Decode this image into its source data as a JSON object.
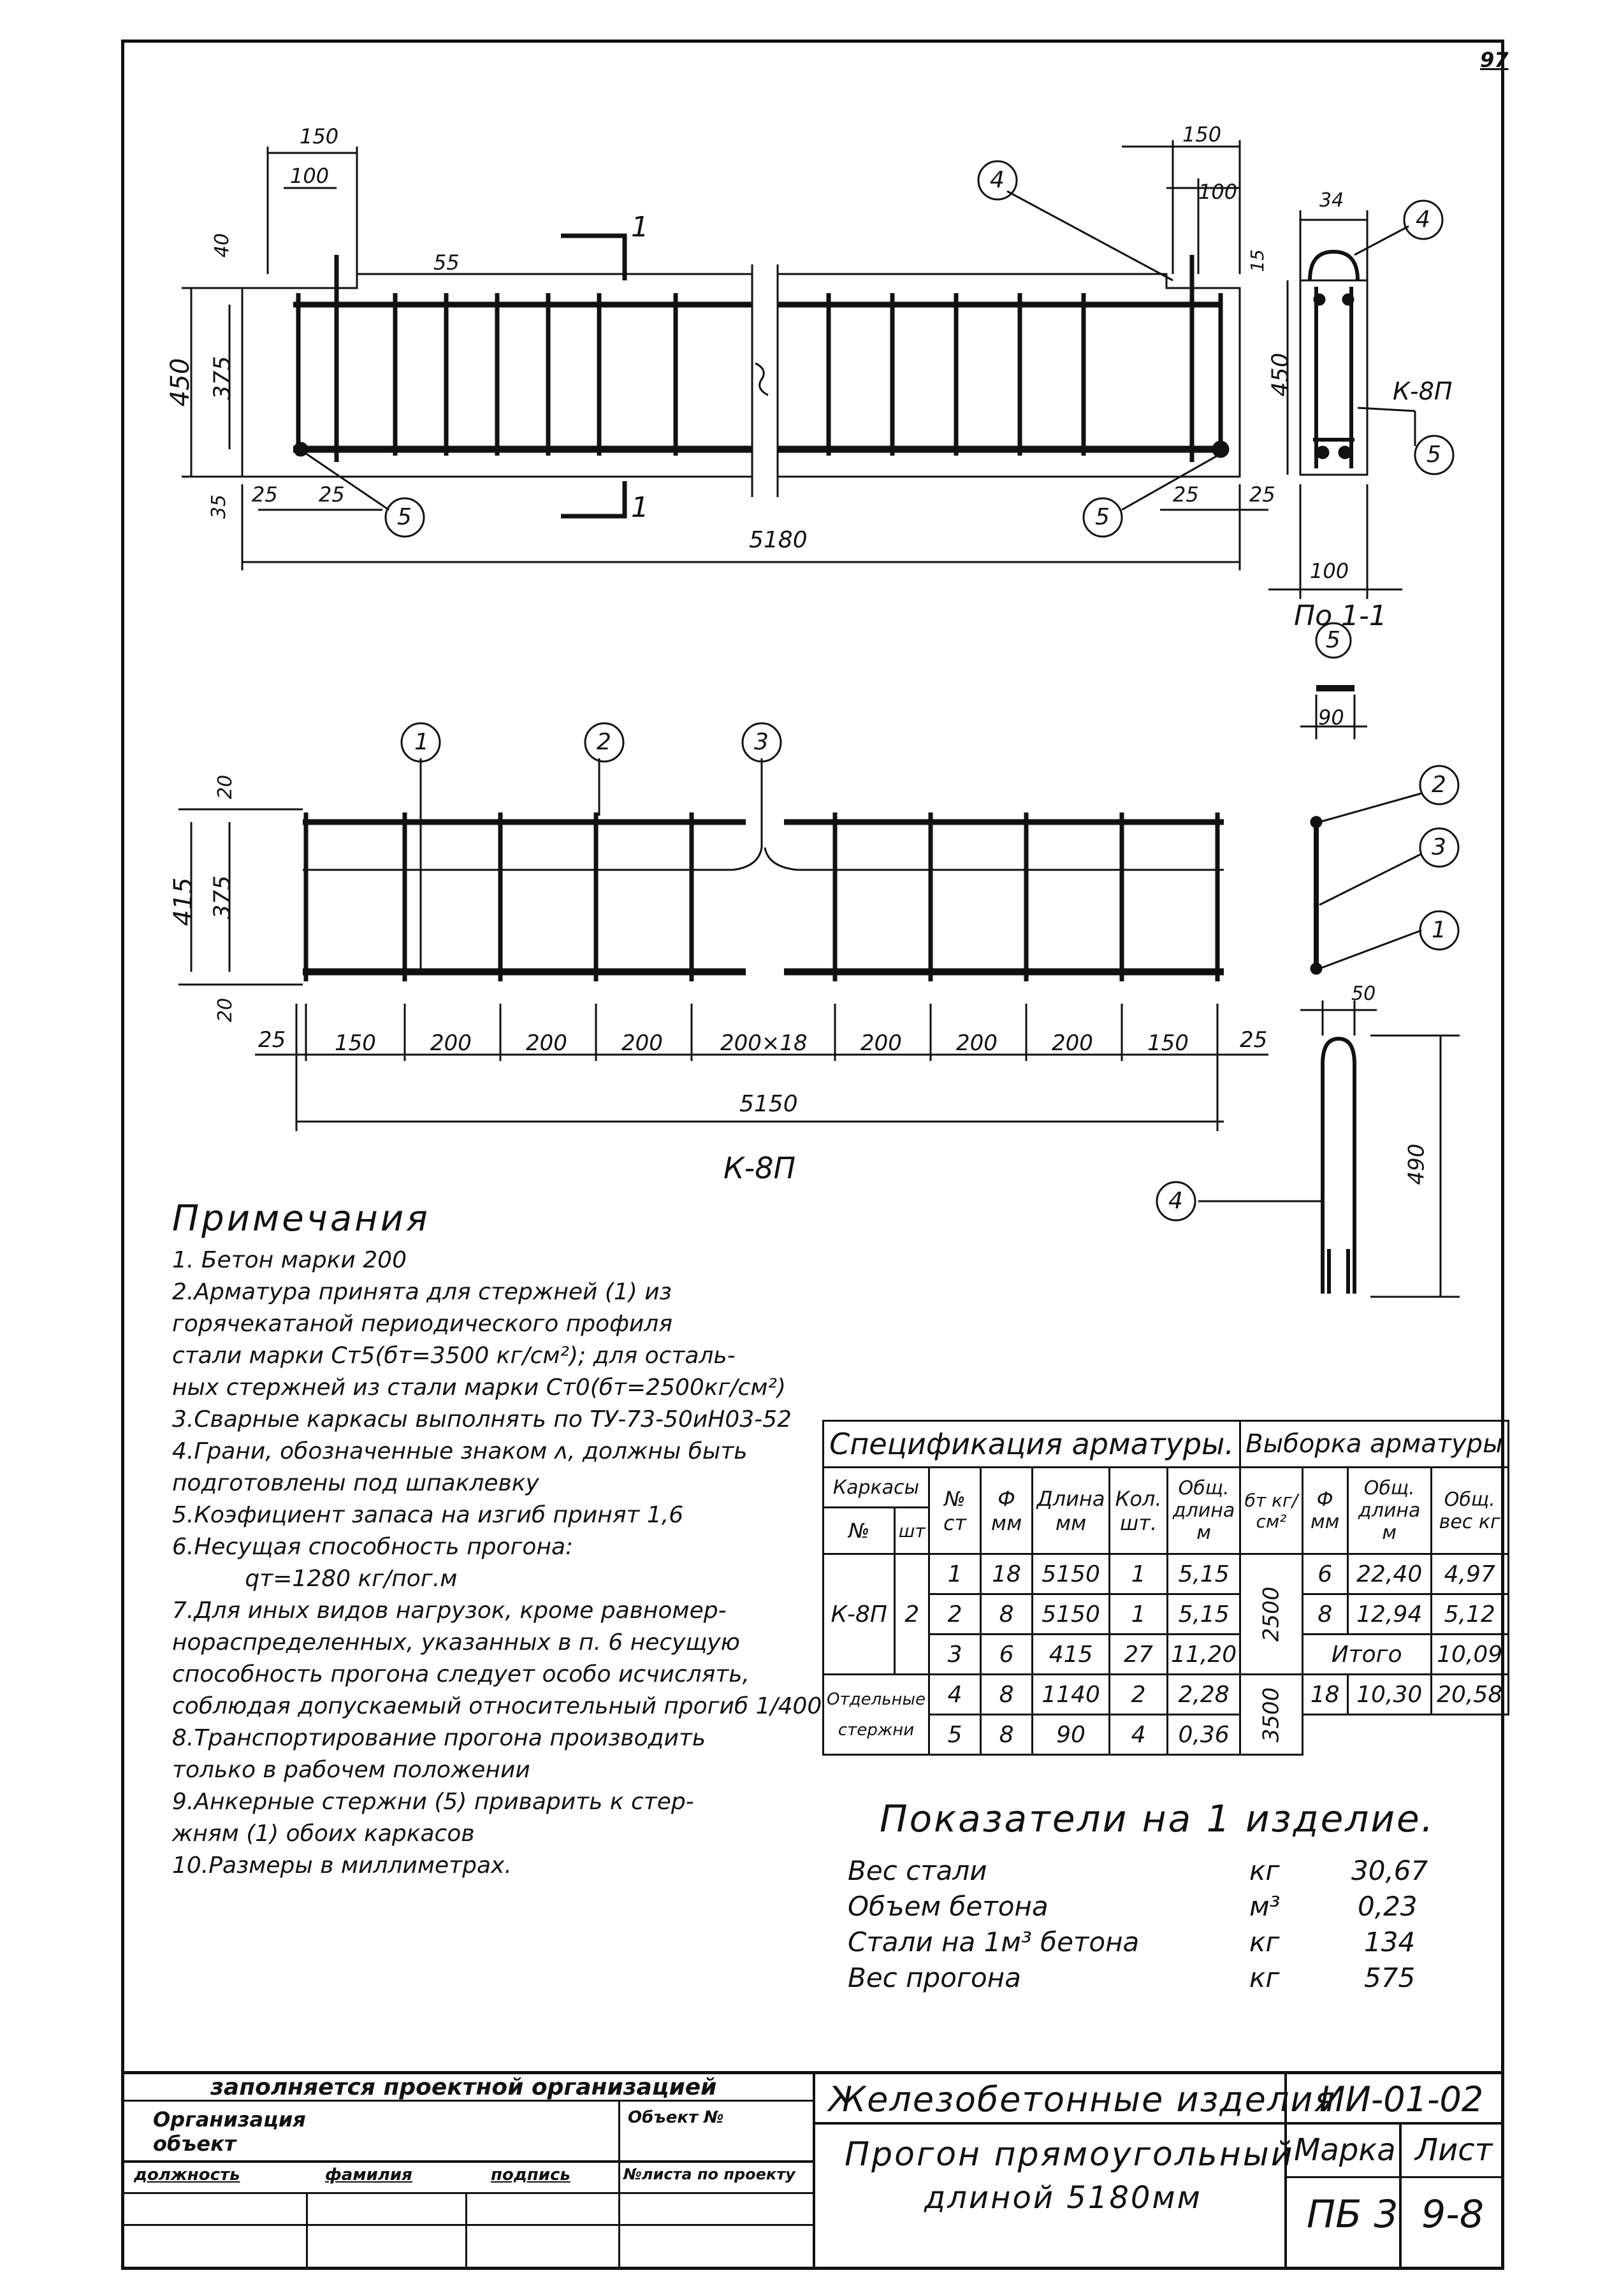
{
  "page_number": "97",
  "drawing": {
    "beam_dims": {
      "d150_left": "150",
      "d100_left": "100",
      "d40": "40",
      "d55": "55",
      "d450": "450",
      "d375": "375",
      "d35": "35",
      "d25a": "25",
      "d25b": "25",
      "d5180": "5180",
      "d150_right": "150",
      "d100_right": "100",
      "d15": "15",
      "d25c": "25",
      "d25d": "25"
    },
    "section_marks": [
      "1",
      "1"
    ],
    "callouts": {
      "c4_top": "4",
      "c4_section": "4",
      "c5_left": "5",
      "c5_right": "5",
      "c5_section": "5",
      "c5_detail": "5"
    },
    "section": {
      "d34": "34",
      "d450": "450",
      "label_k8p": "К-8П",
      "d100": "100",
      "title": "По 1-1",
      "d90": "90"
    },
    "frame": {
      "callouts": [
        "1",
        "2",
        "3"
      ],
      "d20_top": "20",
      "d415": "415",
      "d375": "375",
      "d20_bot": "20",
      "spacing": [
        "25",
        "150",
        "200",
        "200",
        "200",
        "200×18",
        "200",
        "200",
        "200",
        "150",
        "25"
      ],
      "d5150": "5150",
      "title": "К-8П"
    },
    "frame_side": {
      "callouts": [
        "2",
        "3",
        "1"
      ],
      "d50": "50",
      "d490": "490",
      "c4": "4"
    }
  },
  "notes": {
    "heading": "Примечания",
    "lines": [
      "1. Бетон марки 200",
      "2.Арматура принята для стержней (1) из",
      "горячекатаной периодического профиля",
      "стали марки Ст5(бт=3500 кг/см²); для осталь-",
      "ных стержней из стали марки Ст0(бт=2500кг/см²)",
      "3.Сварные каркасы выполнять по ТУ-73-50иН03-52",
      "4.Грани, обозначенные знаком ʌ, должны быть",
      "подготовлены под шпаклевку",
      "5.Коэфициент запаса на изгиб принят 1,6",
      "6.Несущая способность прогона:",
      "          qт=1280 кг/пог.м",
      "7.Для иных видов нагрузок, кроме равномер-",
      "нораспределенных, указанных в п. 6 несущую",
      "способность прогона следует особо исчислять,",
      "соблюдая допускаемый относительный прогиб 1/400",
      "8.Транспортирование прогона производить",
      "только в рабочем положении",
      "9.Анкерные стержни (5) приварить к стер-",
      "жням (1) обоих каркасов",
      "10.Размеры в миллиметрах."
    ]
  },
  "spec_table": {
    "title": "Спецификация арматуры.",
    "sample_title": "Выборка арматуры",
    "headers": {
      "frames": "Каркасы",
      "no": "№",
      "qty": "шт",
      "rod_no": "№ ст",
      "diam": "Ф мм",
      "length": "Длина мм",
      "count": "Кол. шт.",
      "total_len": "Общ. длина м",
      "grade": "бт кг/см²",
      "s_diam": "Ф мм",
      "s_len": "Общ. длина м",
      "s_weight": "Общ. вес кг"
    },
    "frame_mark": "К-8П",
    "frame_qty": "2",
    "separate_label_1": "Отдельные",
    "separate_label_2": "стержни",
    "rows": [
      {
        "rod": "1",
        "d": "18",
        "len": "5150",
        "cnt": "1",
        "total": "5,15"
      },
      {
        "rod": "2",
        "d": "8",
        "len": "5150",
        "cnt": "1",
        "total": "5,15"
      },
      {
        "rod": "3",
        "d": "6",
        "len": "415",
        "cnt": "27",
        "total": "11,20"
      },
      {
        "rod": "4",
        "d": "8",
        "len": "1140",
        "cnt": "2",
        "total": "2,28"
      },
      {
        "rod": "5",
        "d": "8",
        "len": "90",
        "cnt": "4",
        "total": "0,36"
      }
    ],
    "grade_2500": "2500",
    "grade_3500": "3500",
    "sample_rows": [
      {
        "d": "6",
        "len": "22,40",
        "w": "4,97"
      },
      {
        "d": "8",
        "len": "12,94",
        "w": "5,12"
      }
    ],
    "total_label": "Итого",
    "total_value": "10,09",
    "sample_3500": {
      "d": "18",
      "len": "10,30",
      "w": "20,58"
    }
  },
  "indicators": {
    "title": "Показатели на 1 изделие.",
    "rows": [
      {
        "label": "Вес стали",
        "unit": "кг",
        "value": "30,67"
      },
      {
        "label": "Объем бетона",
        "unit": "м³",
        "value": "0,23"
      },
      {
        "label": "Стали на 1м³ бетона",
        "unit": "кг",
        "value": "134"
      },
      {
        "label": "Вес прогона",
        "unit": "кг",
        "value": "575"
      }
    ]
  },
  "title_block": {
    "filled_by": "заполняется проектной организацией",
    "org": "Организация",
    "object": "объект",
    "object_no": "Объект №",
    "position": "должность",
    "surname": "фамилия",
    "signature": "подпись",
    "sheet_no": "№листа по проекту",
    "series_title": "Железобетонные изделия",
    "series_code": "ИИ-01-02",
    "product_line1": "Прогон прямоугольный",
    "product_line2": "длиной 5180мм",
    "mark_label": "Марка",
    "sheet_label": "Лист",
    "mark": "ПБ 3",
    "sheet": "9-8"
  }
}
